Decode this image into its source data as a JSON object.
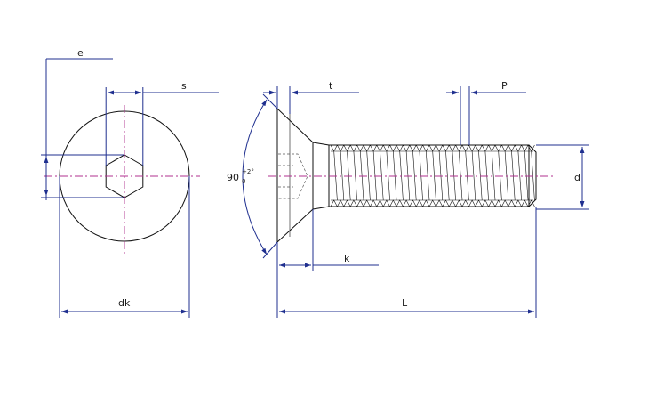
{
  "labels": {
    "e": "e",
    "s": "s",
    "t": "t",
    "p": "P",
    "d": "d",
    "k": "k",
    "dk": "dk",
    "L": "L",
    "angle": "90",
    "angle_tol_upper": "+2°",
    "angle_tol_lower": "0"
  },
  "colors": {
    "dimension_line": "#1f2f8f",
    "part_outline": "#111111",
    "center_line": "#b0308f"
  }
}
